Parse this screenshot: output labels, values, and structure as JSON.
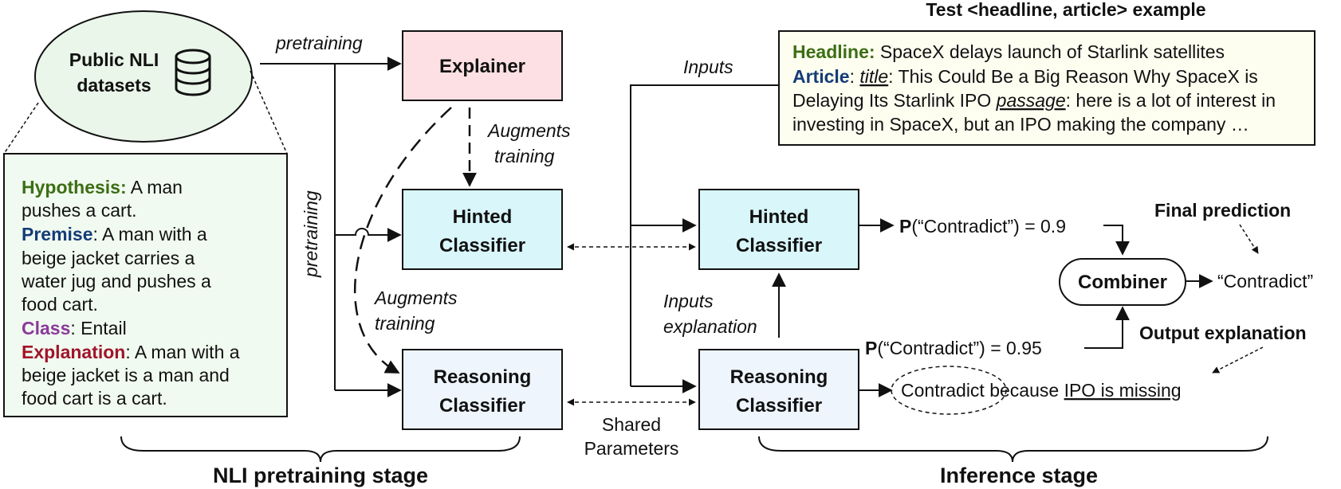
{
  "left_panel": {
    "datasets_label_line1": "Public NLI",
    "datasets_label_line2": "datasets",
    "hypothesis_key": "Hypothesis:",
    "hypothesis_line1": " A man",
    "hypothesis_line2": "pushes a cart.",
    "premise_key": "Premise",
    "premise_line1": ":  A man with a",
    "premise_line2": "beige jacket carries a",
    "premise_line3": "water jug and pushes a",
    "premise_line4": "food cart.",
    "class_key": "Class",
    "class_value": ": Entail",
    "explanation_key": "Explanation",
    "explanation_line1": ": A man with a",
    "explanation_line2": "beige jacket is a man and",
    "explanation_line3": "food cart is a cart."
  },
  "pretraining_stage": {
    "explainer_label": "Explainer",
    "hinted_line1": "Hinted",
    "hinted_line2": "Classifier",
    "reasoning_line1": "Reasoning",
    "reasoning_line2": "Classifier",
    "pretraining_top": "pretraining",
    "pretraining_side": "pretraining",
    "augments_a_line1": "Augments",
    "augments_a_line2": "training",
    "augments_b_line1": "Augments",
    "augments_b_line2": "training",
    "stage_label": "NLI pretraining stage"
  },
  "shared_parameters_line1": "Shared",
  "shared_parameters_line2": "Parameters",
  "test_example": {
    "title": "Test <headline, article> example",
    "headline_key": "Headline:",
    "headline_value": " SpaceX delays launch of Starlink satellites",
    "article_key": "Article",
    "article_colon": ": ",
    "article_title_key": "title",
    "article_line1_rest": ": This Could Be a Big Reason Why SpaceX is",
    "article_line2_start": "Delaying Its Starlink IPO ",
    "article_passage_key": "passage",
    "article_line2_rest": ": here is a lot of interest in",
    "article_line3": "investing in SpaceX, but an IPO making the company …"
  },
  "inference_stage": {
    "inputs_label": "Inputs",
    "hinted_line1": "Hinted",
    "hinted_line2": "Classifier",
    "reasoning_line1": "Reasoning",
    "reasoning_line2": "Classifier",
    "inputs_expl_line1": "Inputs",
    "inputs_expl_line2": "explanation",
    "prob_hinted_bold": "P",
    "prob_hinted_rest": "(“Contradict”) = 0.9",
    "prob_reasoning_bold": "P",
    "prob_reasoning_rest": "(“Contradict”) = 0.95",
    "combiner_label": "Combiner",
    "final_output": "“Contradict”",
    "final_prediction_label": "Final prediction",
    "output_explanation_label": "Output explanation",
    "explanation_word1": "Contradict",
    "explanation_word2": " because ",
    "explanation_word3": "IPO is missing",
    "stage_label": "Inference stage"
  },
  "colors": {
    "explainer_fill": "#fde0e3",
    "hinted_fill": "#d9f7fb",
    "reasoning_fill": "#eef5fd",
    "left_panel_fill": "#f1faf0",
    "test_box_fill": "#fdfdf0",
    "datasets_fill": "#eaf6e9",
    "hypothesis": "#3c6e14",
    "premise": "#143c78",
    "class": "#8a3a9a",
    "explanation": "#a0142a"
  },
  "icons": [
    "database-icon"
  ]
}
